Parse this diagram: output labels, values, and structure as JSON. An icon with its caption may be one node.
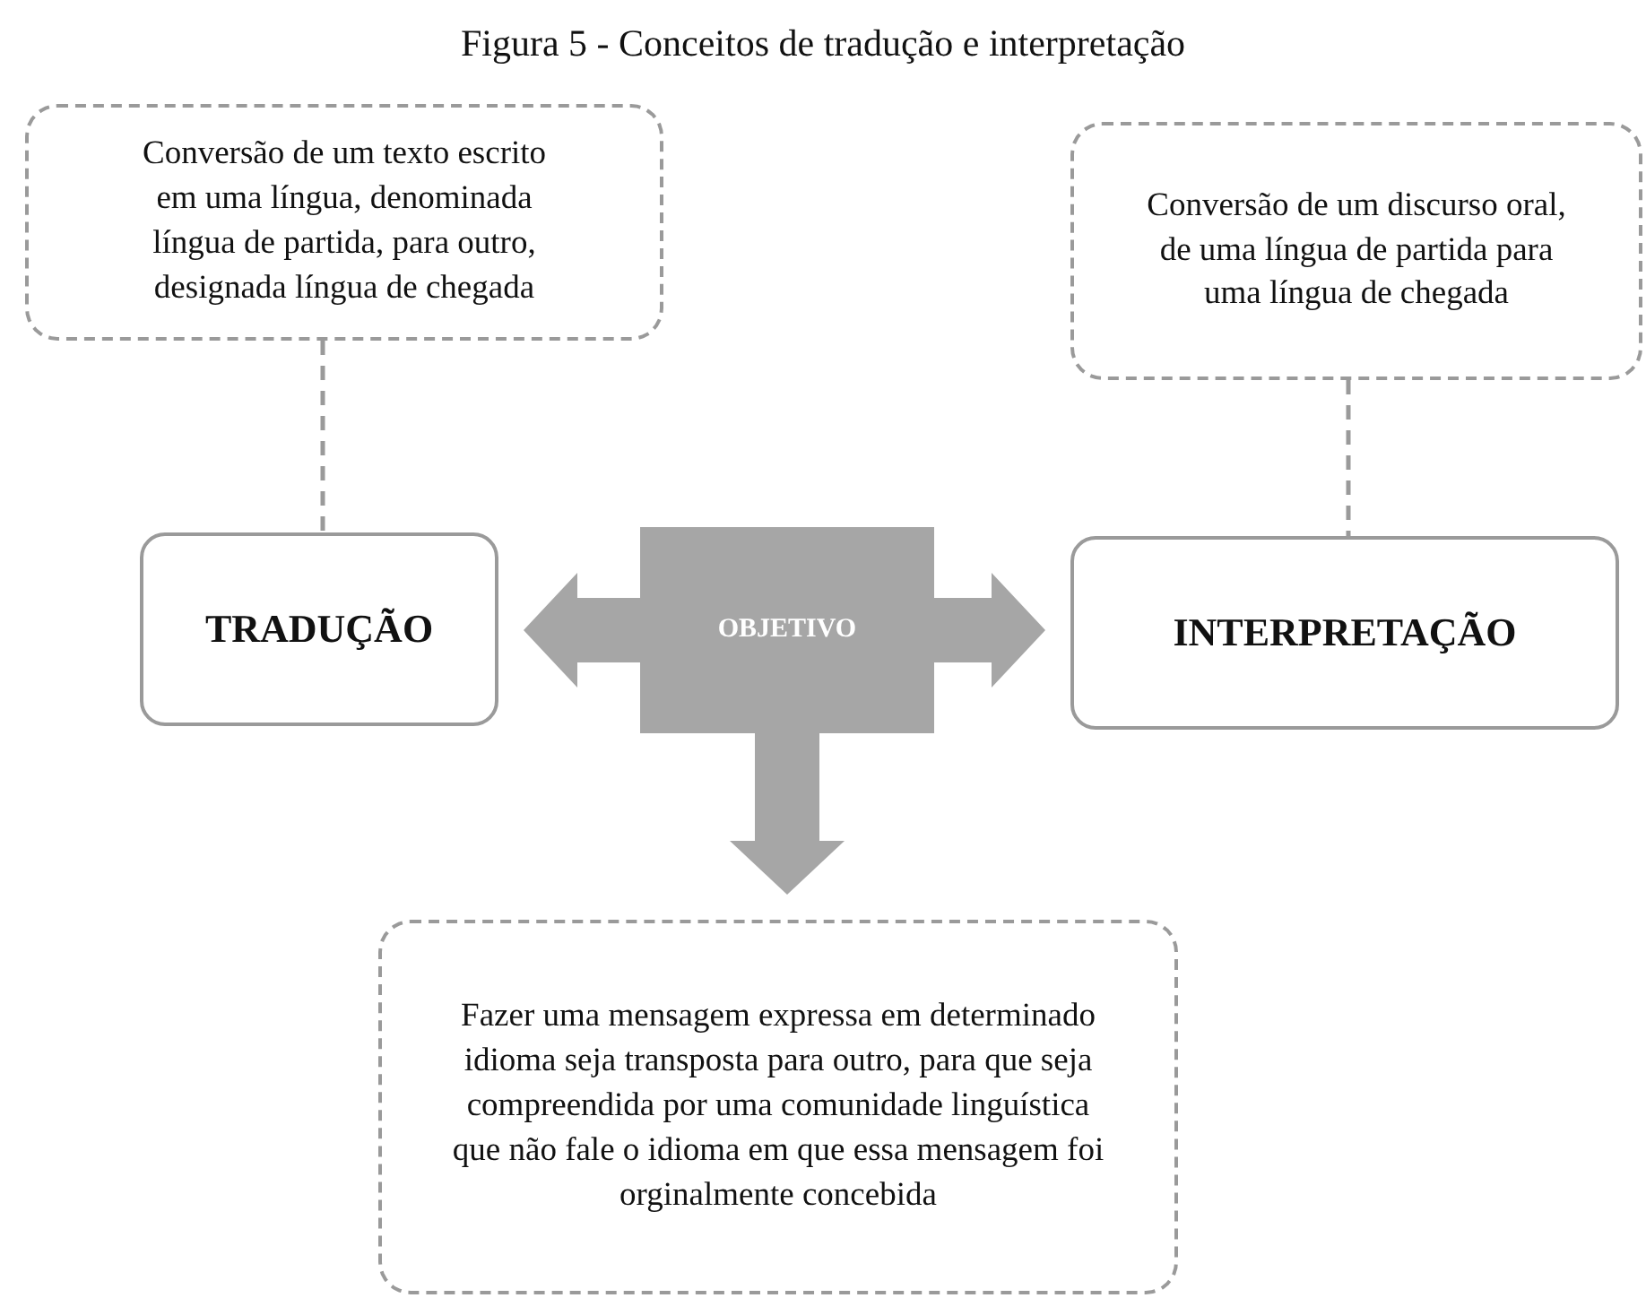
{
  "diagram": {
    "title": "Figura 5 - Conceitos de tradução e interpretação",
    "nodes": [
      {
        "text": [
          "Conversão de um texto escrito em uma língua, denominada língua de partida, para outro, designada língua de chegada"
        ]
      },
      {
        "text": [
          "Conversão de um discurso oral, de uma língua de partida para uma língua de chegada"
        ]
      },
      {
        "text": [
          "TRADUÇÃO"
        ]
      },
      {
        "text": [
          "OBJETIVO"
        ]
      },
      {
        "text": [
          "INTERPRETAÇÃO"
        ]
      },
      {
        "text": [
          "Fazer uma mensagem expressa em determinado idioma seja transposta para outro, para que seja compreendida por uma comunidade linguística que não fale o idioma em que essa mensagem foi orginalmente concebida"
        ]
      }
    ],
    "edges": [
      {
        "from": 0,
        "to": 2,
        "arrow": "none",
        "style": "dashed"
      },
      {
        "from": 1,
        "to": 4,
        "arrow": "none",
        "style": "dashed"
      },
      {
        "from": 3,
        "to": 2,
        "arrow": "to"
      },
      {
        "from": 3,
        "to": 4,
        "arrow": "to"
      },
      {
        "from": 3,
        "to": 5,
        "arrow": "to"
      }
    ]
  }
}
